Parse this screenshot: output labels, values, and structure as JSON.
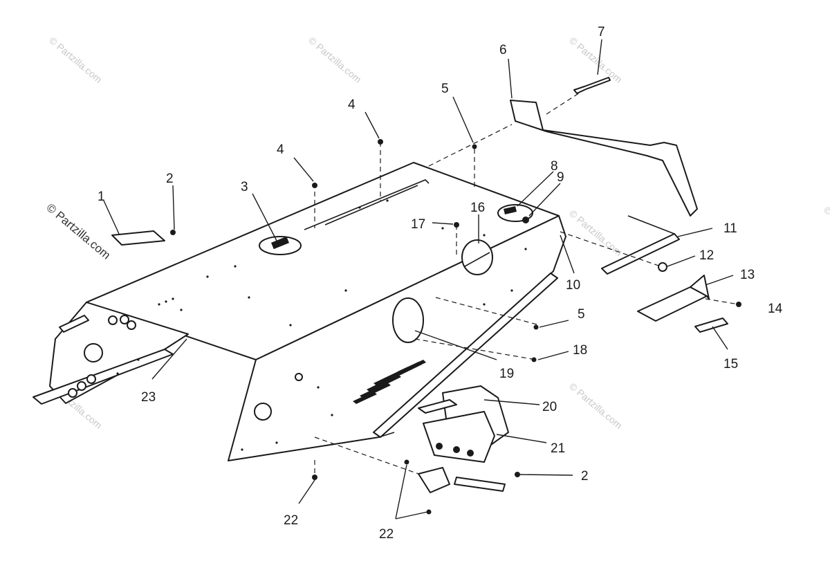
{
  "watermark": "© Partzilla.com",
  "callouts": {
    "c1": "1",
    "c2a": "2",
    "c2b": "2",
    "c3": "3",
    "c4a": "4",
    "c4b": "4",
    "c5a": "5",
    "c5b": "5",
    "c6": "6",
    "c7": "7",
    "c8": "8",
    "c9": "9",
    "c10": "10",
    "c11": "11",
    "c12": "12",
    "c13": "13",
    "c14": "14",
    "c15": "15",
    "c16": "16",
    "c17": "17",
    "c18": "18",
    "c19": "19",
    "c20": "20",
    "c21": "21",
    "c22a": "22",
    "c22b": "22",
    "c23": "23"
  }
}
